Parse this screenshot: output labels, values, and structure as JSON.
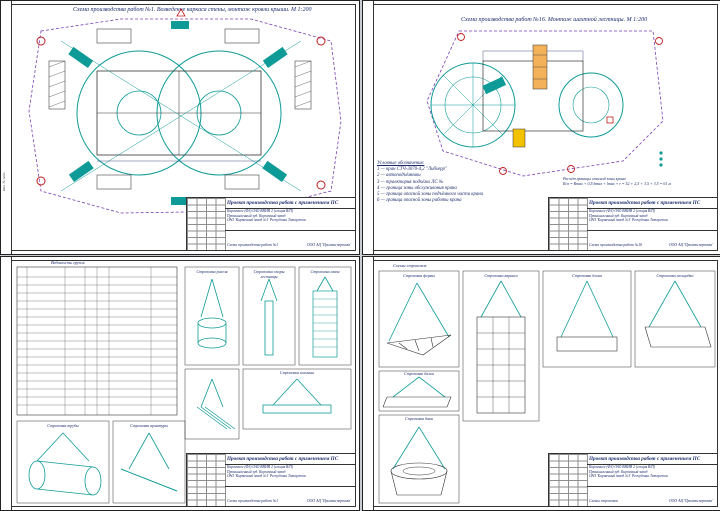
{
  "sheets": [
    {
      "title": "Схема производства работ №1. Возведение каркаса стены, монтаж кровли крыши. М 1:200",
      "stamp_title": "Проект производства работ с применением ПС",
      "stamp_org": "Кирпичное (ФЗ) ОАО ВНИИ 2 (секция В/П)\nПромышленный зуд. Кирпичный завод\nОАО 'Кирпичный завод №1' Республика Татарстан",
      "stamp_sheetname": "Схема производства работ №1",
      "stamp_company": "ООО АЦ 'Промэкспертиза'",
      "format": "Формат А3",
      "marks": [
        "1",
        "2",
        "3",
        "4"
      ]
    },
    {
      "title": "Схема производства работ №16. Монтаж шахтной лестницы. М 1:200",
      "stamp_title": "Проект производства работ с применением ПС",
      "stamp_org": "Кирпичное (ФЗ) ОАО ВНИИ 2 (секция В/П)\nПромышленный зуд. Кирпичный завод\nОАО 'Кирпичный завод №1' Республика Татарстан",
      "stamp_sheetname": "Схема производства работ №16",
      "stamp_company": "ООО АЦ 'Промэкспертиза'",
      "format": "Формат А3",
      "legend_title": "Условные обозначения:",
      "legend_items": [
        "1 — кран СТЧ-3070-4,2 \"Либхерр\"",
        "2 — автоподъёмники",
        "3 — траектория подъёма ЛС №",
        "4 — граница зоны обслуживания крана",
        "5 — граница опасной зоны подъёмного части крана",
        "6 — граница опасной зоны работы крана"
      ],
      "calc_title": "Расчёт границы опасной зоны крана",
      "calc_formula": "Rоз = Rmax + 0,5·bmax + lmax + r = 52 + 2,5 + 3,5 + 3,5 = 61 м"
    },
    {
      "title": "Ведомость грузов",
      "stamp_title": "Проект производства работ с применением ПС",
      "stamp_org": "Кирпичное (ФЗ) ОАО ВНИИ 2 (секция В/П)\nПромышленный зуд. Кирпичный завод\nОАО 'Кирпичный завод №1' Республика Татарстан",
      "stamp_sheetname": "Схема производства работ №1",
      "stamp_company": "ООО АЦ 'Промэкспертиза'",
      "format": "Формат А3",
      "captions": [
        "Строповка трубы",
        "Строповка ригеля",
        "Строповка опоры лестницы",
        "Строповка связи",
        "Строповка арматуры",
        "Строповка колонны"
      ]
    },
    {
      "title": "Схемы строповок",
      "stamp_title": "Проект производства работ с применением ПС",
      "stamp_org": "Кирпичное (ФЗ) ОАО ВНИИ 2 (секция В/П)\nПромышленный зуд. Кирпичный завод\nОАО 'Кирпичный завод №1' Республика Татарстан",
      "stamp_sheetname": "Схемы строповок",
      "stamp_company": "ООО АЦ 'Промэкспертиза'",
      "format": "Формат А3",
      "captions": [
        "Строповка фермы",
        "Строповка каркаса",
        "Строповка блока",
        "Строповка площадки",
        "Строповка балки",
        "Строповка бака"
      ]
    }
  ],
  "colors": {
    "primary": "#0e9b97",
    "dim": "#1a2a6a",
    "danger": "#c21d1d",
    "hatch": "#444444",
    "dashed": "#7a3fb0"
  }
}
